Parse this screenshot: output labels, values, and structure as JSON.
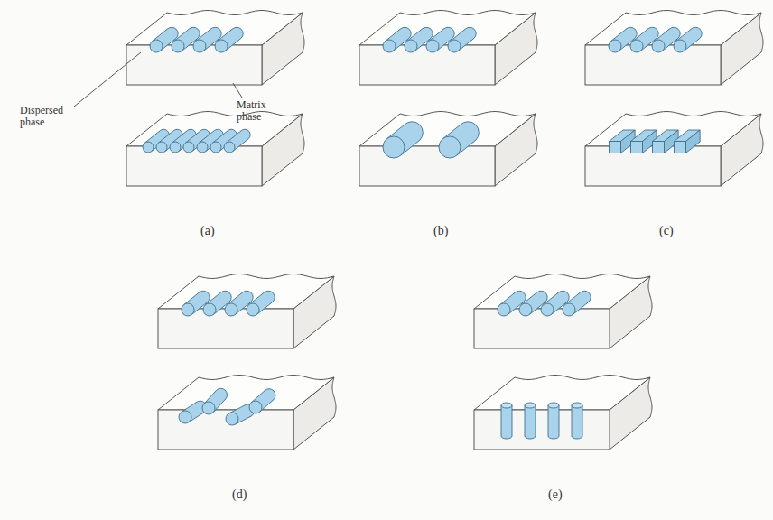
{
  "diagram": {
    "labels": [
      "Matrix phase",
      "Dispersed phase",
      "(a)",
      "(b)",
      "(c)",
      "(d)",
      "(e)"
    ]
  }
}
